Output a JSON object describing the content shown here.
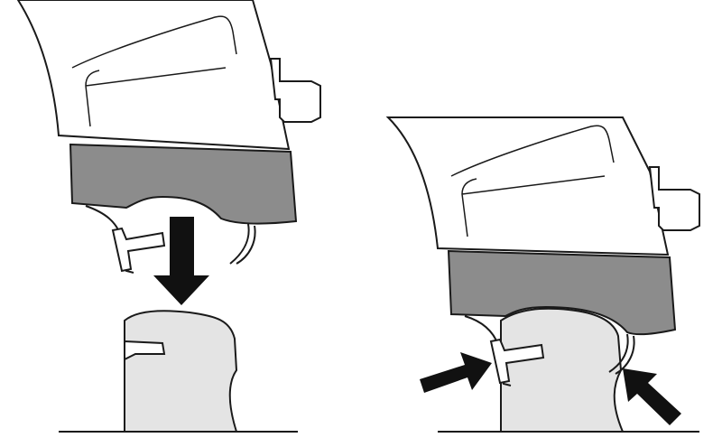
{
  "colors": {
    "outline": "#1a1a1a",
    "base": "#8c8c8c",
    "rail": "#e4e4e4",
    "body": "#ffffff",
    "arrow": "#111111"
  },
  "panels": [
    {
      "step": "before",
      "arrow_direction": "down"
    },
    {
      "step": "after",
      "arrow_direction": "inward"
    }
  ]
}
